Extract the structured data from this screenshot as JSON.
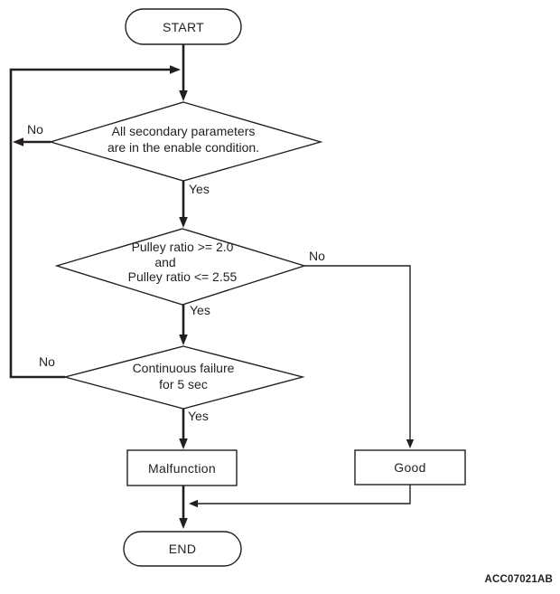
{
  "figure_code": "ACC07021AB",
  "colors": {
    "line": "#231f20",
    "text": "#231f20",
    "background": "#ffffff"
  },
  "flowchart": {
    "start": {
      "label": "START"
    },
    "end": {
      "label": "END"
    },
    "decision1": {
      "line1": "All secondary parameters",
      "line2": "are in the enable condition."
    },
    "decision2": {
      "line1": "Pulley ratio >= 2.0",
      "line2": "and",
      "line3": "Pulley ratio <= 2.55"
    },
    "decision3": {
      "line1": "Continuous failure",
      "line2": "for 5 sec"
    },
    "results": {
      "malfunction": "Malfunction",
      "good": "Good"
    },
    "branch_labels": {
      "yes": "Yes",
      "no": "No"
    }
  }
}
